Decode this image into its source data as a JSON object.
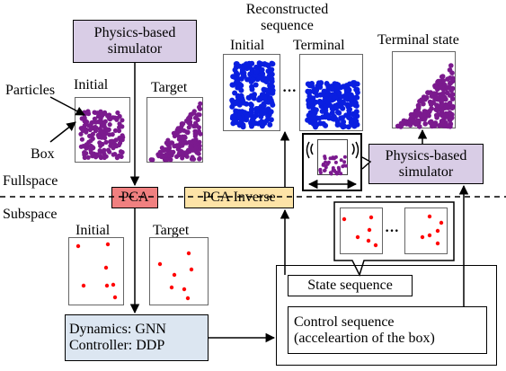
{
  "labels": {
    "reconstructed_line1": "Reconstructed",
    "reconstructed_line2": "sequence",
    "initial": "Initial",
    "target": "Target",
    "terminal": "Terminal",
    "terminal_state": "Terminal state",
    "particles": "Particles",
    "box": "Box",
    "fullspace": "Fullspace",
    "subspace": "Subspace",
    "dots": "···"
  },
  "nodes": {
    "simulator_top_line1": "Physics-based",
    "simulator_top_line2": "simulator",
    "simulator_right_line1": "Physics-based",
    "simulator_right_line2": "simulator",
    "pca": "PCA",
    "pca_inverse": "PCA Inverse",
    "dynamics": "Dynamics: GNN",
    "controller": "Controller: DDP",
    "state_sequence": "State sequence",
    "control_line1": "Control sequence",
    "control_line2": "(acceleartion of the box)"
  },
  "colors": {
    "simulator_fill": "#d9cde6",
    "pca_fill": "#f08080",
    "pca_inverse_fill": "#fde3a7",
    "dynamics_fill": "#dce6f1",
    "particle_purple": "#7b1a8e",
    "particle_blue": "#0a1fe0",
    "point_red": "#ff0000"
  }
}
